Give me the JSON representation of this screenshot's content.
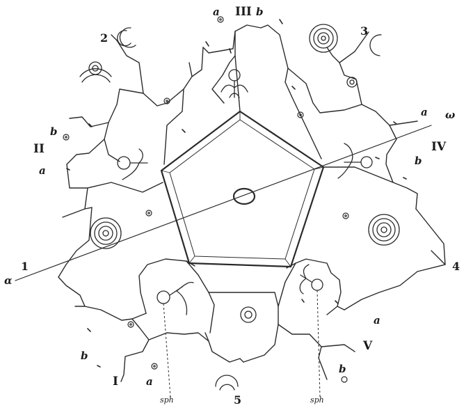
{
  "figure": {
    "labels": {
      "roman": [
        "I",
        "II",
        "III",
        "IV",
        "V"
      ],
      "numbers": [
        "1",
        "2",
        "3",
        "4",
        "5"
      ],
      "a": "a",
      "b": "b",
      "omega": "ω",
      "alpha": "α",
      "sph": "sph"
    }
  }
}
